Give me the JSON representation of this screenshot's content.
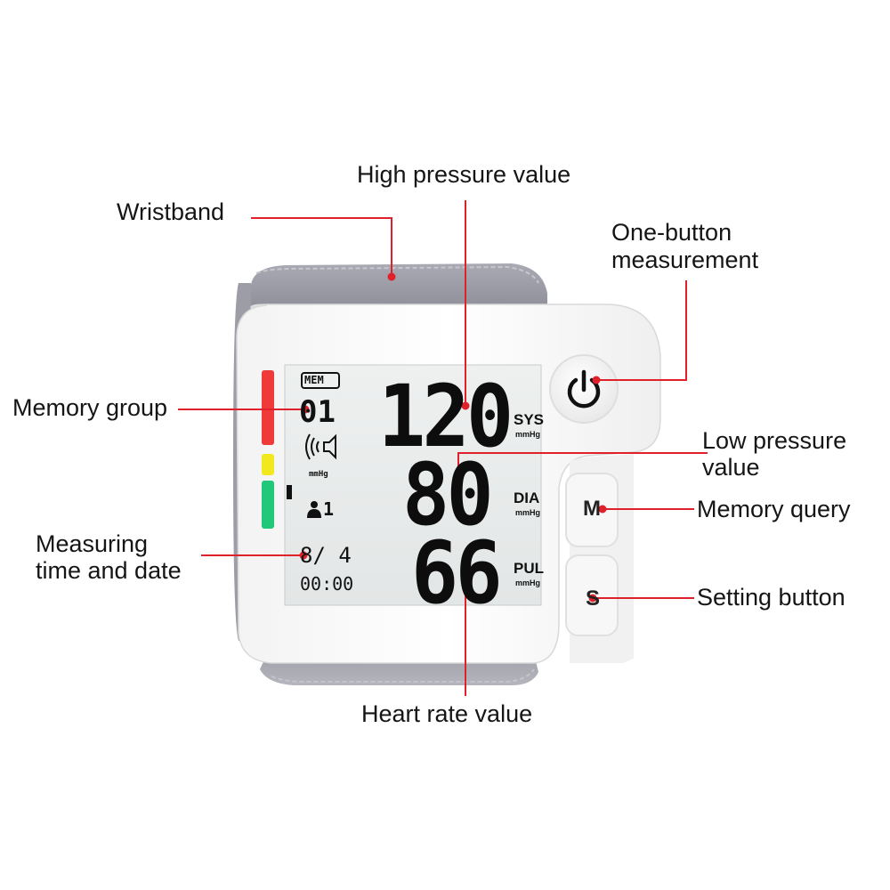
{
  "labels": {
    "wristband": "Wristband",
    "high_pressure": "High pressure value",
    "one_button_line1": "One-button",
    "one_button_line2": "measurement",
    "memory_group": "Memory group",
    "low_pressure_line1": "Low pressure",
    "low_pressure_line2": "value",
    "memory_query": "Memory query",
    "measuring_line1": "Measuring",
    "measuring_line2": "time and date",
    "setting_button": "Setting button",
    "heart_rate": "Heart rate value"
  },
  "lcd": {
    "mem_badge": "MEM",
    "memory_number": "01",
    "unit_small": "mmHg",
    "user": "1",
    "date": "8/ 4",
    "time": "00:00",
    "systolic": "120",
    "diastolic": "80",
    "pulse": "66",
    "sys_label": "SYS",
    "dia_label": "DIA",
    "pul_label": "PUL",
    "mmhg": "mmHg"
  },
  "buttons": {
    "m_label": "M",
    "s_label": "S"
  },
  "icons": {
    "power": "power-icon",
    "speaker": "speaker-icon",
    "person": "person-icon"
  },
  "colors": {
    "leader_line": "#e0202a",
    "band_gray": "#a7a8b1",
    "indicator_red": "#f03a3a",
    "indicator_yellow": "#f2e81e",
    "indicator_green": "#22c87a",
    "lcd_bg": "#e9ecec"
  }
}
